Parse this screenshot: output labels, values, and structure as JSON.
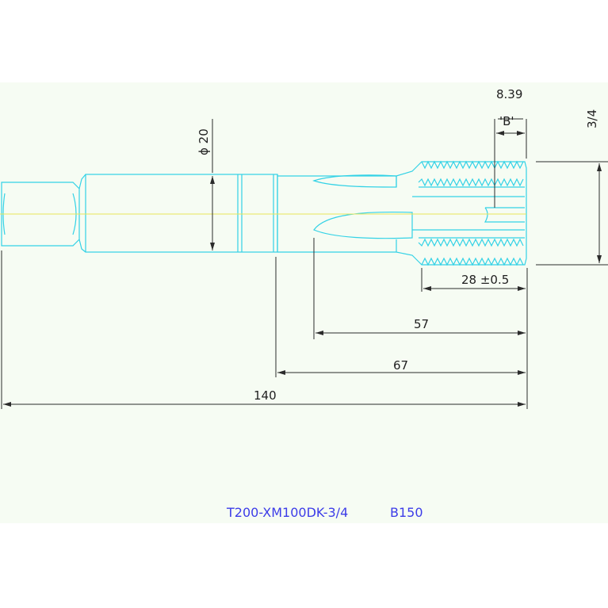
{
  "drawing": {
    "part_number": "T200-XM100DK-3/4",
    "code": "B150",
    "shank_diameter": "ϕ 20",
    "overall_length": "140",
    "length_67": "67",
    "length_57": "57",
    "thread_length": "28 ±0.5",
    "chamfer": "8.39",
    "detail_label": "'B'",
    "thread_size": "3/4"
  },
  "colors": {
    "part_outline": "#33d2e6",
    "dimension_line": "#2b2b2b",
    "centerline": "#e8e65a",
    "note_text": "#3c3ce8",
    "sheet": "#f6fcf3"
  }
}
